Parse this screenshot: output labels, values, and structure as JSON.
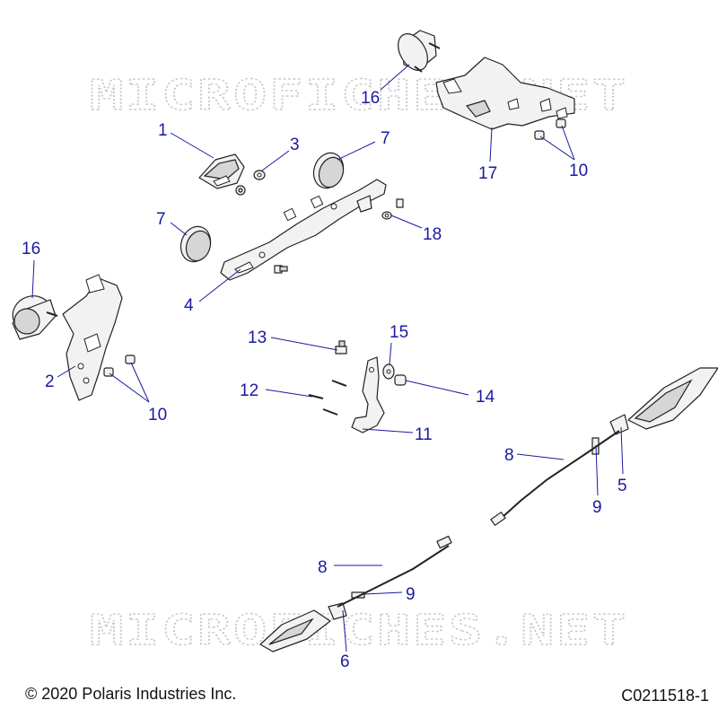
{
  "watermark": {
    "text": "MICROFICHES.NET"
  },
  "callouts": [
    {
      "label": "1"
    },
    {
      "label": "3"
    },
    {
      "label": "7"
    },
    {
      "label": "7"
    },
    {
      "label": "4"
    },
    {
      "label": "18"
    },
    {
      "label": "16"
    },
    {
      "label": "17"
    },
    {
      "label": "10"
    },
    {
      "label": "16"
    },
    {
      "label": "2"
    },
    {
      "label": "10"
    },
    {
      "label": "13"
    },
    {
      "label": "15"
    },
    {
      "label": "12"
    },
    {
      "label": "14"
    },
    {
      "label": "11"
    },
    {
      "label": "8"
    },
    {
      "label": "9"
    },
    {
      "label": "5"
    },
    {
      "label": "8"
    },
    {
      "label": "9"
    },
    {
      "label": "6"
    }
  ],
  "footer": {
    "copyright": "© 2020 Polaris Industries Inc.",
    "diagram_code": "C0211518-1"
  },
  "colors": {
    "callout": "#1a1aa0",
    "line": "#222222",
    "watermark": "#c8c8c8"
  }
}
